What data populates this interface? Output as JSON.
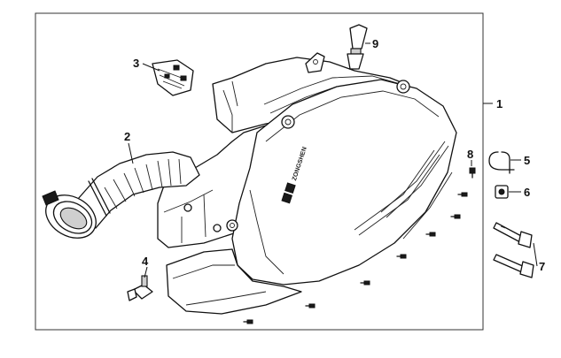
{
  "callouts": [
    {
      "id": "1",
      "label": "1"
    },
    {
      "id": "2",
      "label": "2"
    },
    {
      "id": "3",
      "label": "3"
    },
    {
      "id": "4",
      "label": "4"
    },
    {
      "id": "5",
      "label": "5"
    },
    {
      "id": "6",
      "label": "6"
    },
    {
      "id": "7",
      "label": "7"
    },
    {
      "id": "8",
      "label": "8"
    },
    {
      "id": "9",
      "label": "9"
    }
  ],
  "housing_marking": "ZONGSHEN"
}
